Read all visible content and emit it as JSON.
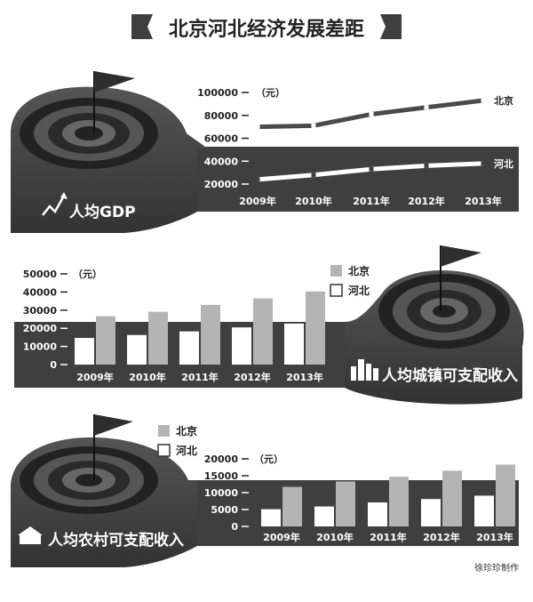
{
  "title": "北京河北经济发展差距",
  "credit": "徐珍珍制作",
  "colors": {
    "dark": "#3f3f3f",
    "light_bar": "#b4b4b4",
    "white": "#ffffff"
  },
  "chart_data": [
    {
      "type": "line",
      "title": "人均GDP",
      "unit": "（元）",
      "categories": [
        "2009年",
        "2010年",
        "2011年",
        "2012年",
        "2013年"
      ],
      "y_ticks": [
        20000,
        40000,
        60000,
        80000,
        100000
      ],
      "ylim": [
        20000,
        100000
      ],
      "series": [
        {
          "name": "北京",
          "values": [
            70000,
            71000,
            81000,
            87000,
            93000
          ]
        },
        {
          "name": "河北",
          "values": [
            24000,
            28000,
            33000,
            36000,
            38000
          ]
        }
      ]
    },
    {
      "type": "bar",
      "title": "人均城镇可支配收入",
      "unit": "（元）",
      "categories": [
        "2009年",
        "2010年",
        "2011年",
        "2012年",
        "2013年"
      ],
      "y_ticks": [
        0,
        10000,
        20000,
        30000,
        40000,
        50000
      ],
      "ylim": [
        0,
        50000
      ],
      "legend": [
        "北京",
        "河北"
      ],
      "series": [
        {
          "name": "北京",
          "values": [
            26700,
            29100,
            32900,
            36500,
            40300
          ]
        },
        {
          "name": "河北",
          "values": [
            14700,
            16300,
            18300,
            20500,
            22600
          ]
        }
      ]
    },
    {
      "type": "bar",
      "title": "人均农村可支配收入",
      "unit": "（元）",
      "categories": [
        "2009年",
        "2010年",
        "2011年",
        "2012年",
        "2013年"
      ],
      "y_ticks": [
        0,
        5000,
        10000,
        15000,
        20000
      ],
      "ylim": [
        0,
        20000
      ],
      "legend": [
        "北京",
        "河北"
      ],
      "series": [
        {
          "name": "北京",
          "values": [
            11700,
            13300,
            14700,
            16500,
            18300
          ]
        },
        {
          "name": "河北",
          "values": [
            5100,
            5900,
            7100,
            8100,
            9100
          ]
        }
      ]
    }
  ]
}
